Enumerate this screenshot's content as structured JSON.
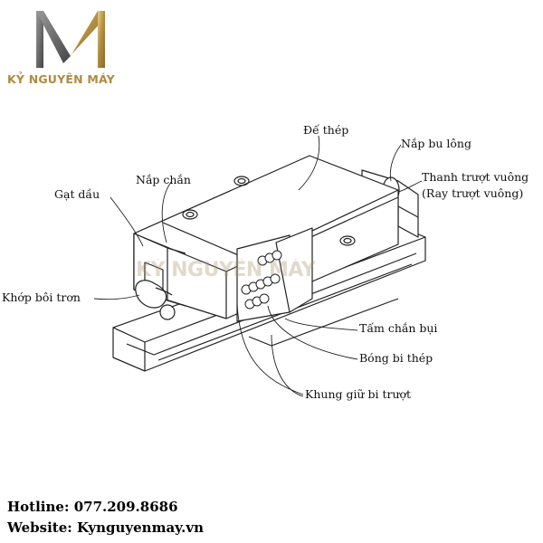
{
  "brand": {
    "name": "KỶ NGUYÊN MÁY",
    "watermark": "KỶ NGUYÊN MÁY",
    "gold_color": "#b08a3e",
    "dark_color": "#555555"
  },
  "labels": {
    "de_thep": "Đế thép",
    "nap_bu_long": "Nắp bu lông",
    "thanh_truot": "Thanh trượt vuông",
    "ray_truot": "(Ray trượt vuông)",
    "nap_chan": "Nắp chắn",
    "gat_dau": "Gạt dầu",
    "khop_boi_tron": "Khớp bôi trơn",
    "tam_chan_bui": "Tấm chắn bụi",
    "bong_bi_thep": "Bóng bi thép",
    "khung_giu_bi": "Khung giữ bi trượt"
  },
  "footer": {
    "hotline": "Hotline: 077.209.8686",
    "website": "Website: Kynguyenmay.vn"
  }
}
